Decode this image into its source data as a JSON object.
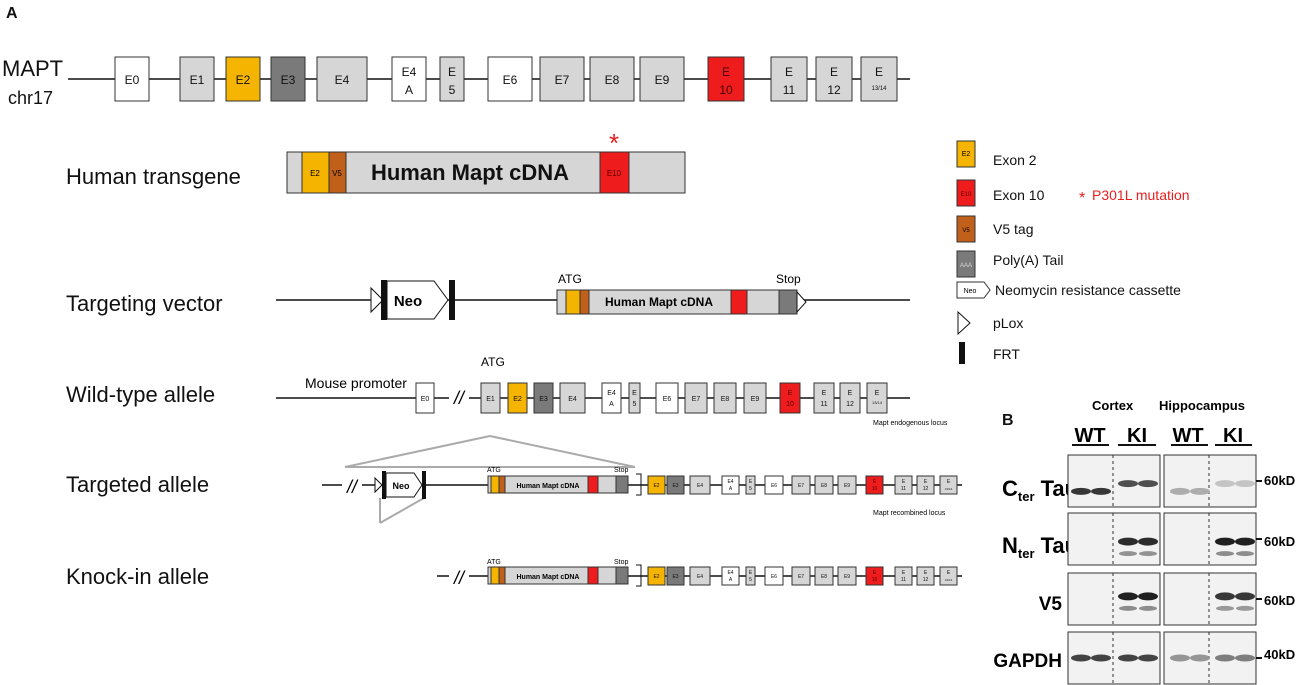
{
  "panel_a": {
    "letter": "A",
    "mapt_label": "MAPT",
    "chr_label": "chr17",
    "genomic_exons": [
      {
        "l1": "E0",
        "l2": "",
        "fill": "#ffffff"
      },
      {
        "l1": "E1",
        "l2": "",
        "fill": "#d6d6d6"
      },
      {
        "l1": "E2",
        "l2": "",
        "fill": "#f5b400"
      },
      {
        "l1": "E3",
        "l2": "",
        "fill": "#7a7a7a"
      },
      {
        "l1": "E4",
        "l2": "",
        "fill": "#d6d6d6"
      },
      {
        "l1": "E4",
        "l2": "A",
        "fill": "#ffffff"
      },
      {
        "l1": "E",
        "l2": "5",
        "fill": "#d6d6d6"
      },
      {
        "l1": "E6",
        "l2": "",
        "fill": "#ffffff"
      },
      {
        "l1": "E7",
        "l2": "",
        "fill": "#d6d6d6"
      },
      {
        "l1": "E8",
        "l2": "",
        "fill": "#d6d6d6"
      },
      {
        "l1": "E9",
        "l2": "",
        "fill": "#d6d6d6"
      },
      {
        "l1": "E",
        "l2": "10",
        "fill": "#ee1c1c"
      },
      {
        "l1": "E",
        "l2": "11",
        "fill": "#d6d6d6"
      },
      {
        "l1": "E",
        "l2": "12",
        "fill": "#d6d6d6"
      },
      {
        "l1": "E",
        "l2": "13/14",
        "fill": "#d6d6d6"
      }
    ],
    "human_transgene_label": "Human transgene",
    "cdna_label": "Human Mapt cDNA",
    "e2_small": "E2",
    "v5_small": "V5",
    "e10_small": "E10",
    "asterisk": "*",
    "targeting_vector_label": "Targeting vector",
    "neo_label": "Neo",
    "atg_label": "ATG",
    "stop_label": "Stop",
    "wildtype_label": "Wild-type allele",
    "mouse_promoter_label": "Mouse promoter",
    "mapt_endogenous_label": "Mapt endogenous locus",
    "targeted_label": "Targeted allele",
    "mapt_recombined_label": "Mapt recombined locus",
    "knockin_label": "Knock-in allele",
    "break_symbol": "//"
  },
  "legend": [
    {
      "key": "exon2",
      "icon": "E2",
      "text": "Exon 2"
    },
    {
      "key": "exon10",
      "icon": "E10",
      "text": "Exon 10"
    },
    {
      "key": "v5",
      "icon": "V5",
      "text": "V5 tag"
    },
    {
      "key": "polya",
      "icon": "AAA",
      "text": "Poly(A) Tail"
    },
    {
      "key": "neo",
      "icon": "Neo",
      "text": "Neomycin resistance cassette"
    },
    {
      "key": "plox",
      "icon": "",
      "text": "pLox"
    },
    {
      "key": "frt",
      "icon": "",
      "text": "FRT"
    }
  ],
  "mutation_note": "P301L mutation",
  "panel_b": {
    "letter": "B",
    "region_cortex": "Cortex",
    "region_hippocampus": "Hippocampus",
    "genotypes": [
      "WT",
      "KI",
      "WT",
      "KI"
    ],
    "blots": [
      {
        "name_main": "C",
        "name_sub": "ter",
        "name_tail": " Tau",
        "size": "60kD"
      },
      {
        "name_main": "N",
        "name_sub": "ter",
        "name_tail": " Tau",
        "size": "60kD"
      },
      {
        "name_main": "V5",
        "name_sub": "",
        "name_tail": "",
        "size": "60kD"
      },
      {
        "name_main": "GAPDH",
        "name_sub": "",
        "name_tail": "",
        "size": "40kD"
      }
    ]
  },
  "colors": {
    "exon_grey": "#d6d6d6",
    "exon2": "#f5b400",
    "exon3": "#7a7a7a",
    "exon10": "#ee1c1c",
    "v5": "#c0601a",
    "mutation_red": "#e62020"
  }
}
